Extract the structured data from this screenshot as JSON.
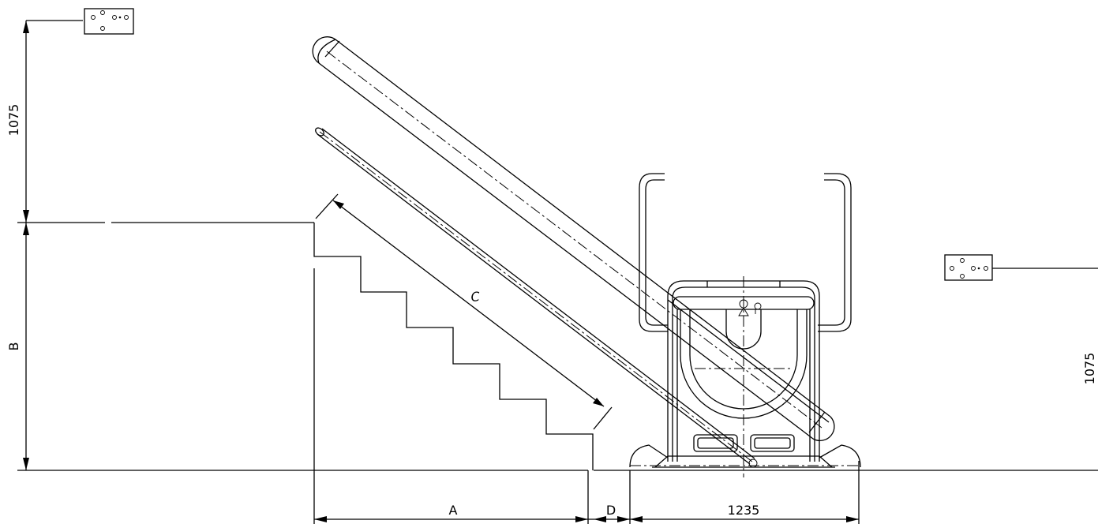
{
  "dimensions": {
    "top_left_height": "1075",
    "right_height": "1075",
    "stair_height": "B",
    "stair_run": "A",
    "gap": "D",
    "platform_width": "1235",
    "diagonal_length": "C"
  }
}
